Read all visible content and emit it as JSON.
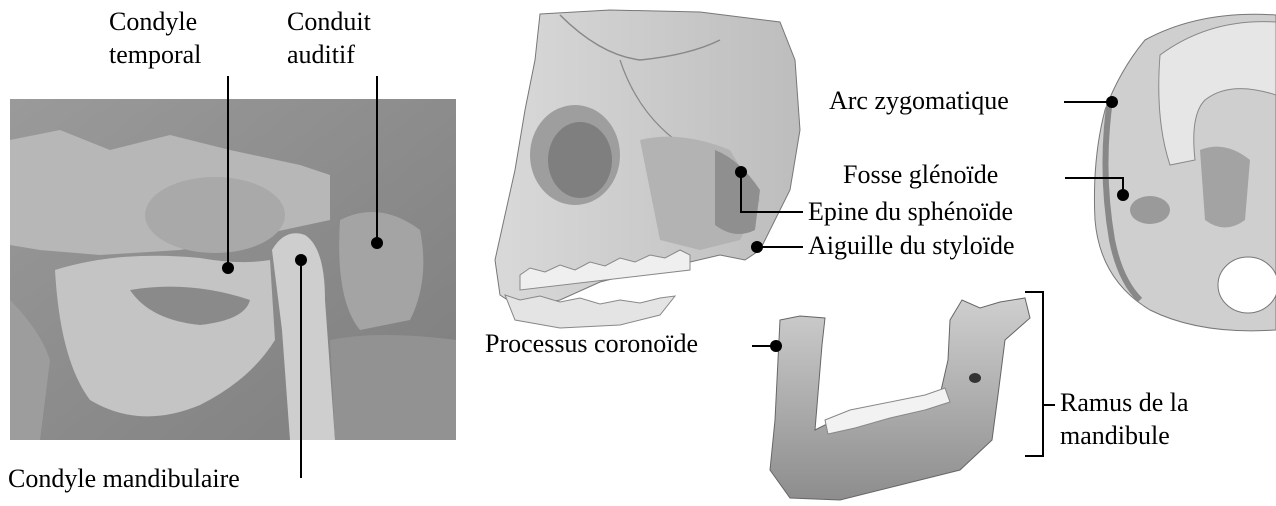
{
  "labels": {
    "condyle_temporal": [
      "Condyle",
      "temporal"
    ],
    "conduit_auditif": [
      "Conduit",
      "auditif"
    ],
    "condyle_mandibulaire": "Condyle mandibulaire",
    "epine_du_sphenoide": "Epine du sphénoïde",
    "aiguille_du_styloide": "Aiguille du styloïde",
    "arc_zygomatique": "Arc zygomatique",
    "fosse_glenoide": "Fosse glénoïde",
    "processus_coronoide": "Processus coronoïde",
    "ramus_de_la_mandibule": [
      "Ramus de la",
      "mandibule"
    ]
  }
}
